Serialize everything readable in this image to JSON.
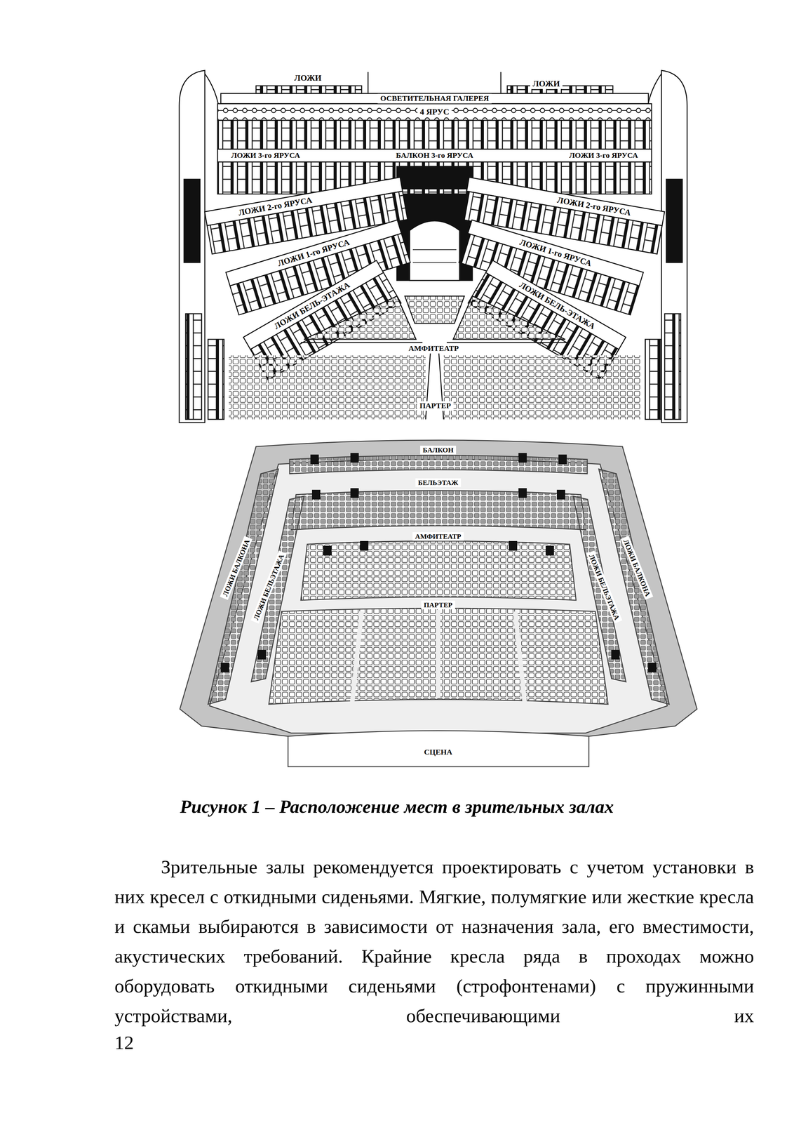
{
  "diagram": {
    "caption": "Рисунок 1 – Расположение мест в зрительных залах",
    "labels": [
      "ЛОЖИ",
      "ОСВЕТИТЕЛЬНАЯ ГАЛЕРЕЯ",
      "ЛОЖИ",
      "4 ЯРУС",
      "ЛОЖИ 3-го ЯРУСА",
      "БАЛКОН 3-го ЯРУСА",
      "ЛОЖИ 3-го ЯРУСА",
      "ЛОЖИ 2-го ЯРУСА",
      "ЛОЖИ 2-го ЯРУСА",
      "ЛОЖИ 1-го ЯРУСА",
      "ЛОЖИ 1-го ЯРУСА",
      "ЛОЖИ БЕЛЬ-ЭТАЖА",
      "ЛОЖИ БЕЛЬ-ЭТАЖА",
      "АМФИТЕАТР",
      "ПАРТЕР",
      "БАЛКОН",
      "БЕЛЬЭТАЖ",
      "ЛОЖИ БАЛКОНА",
      "ЛОЖИ БЕЛЬЭТАЖА",
      "АМФИТЕАТР",
      "ЛОЖИ БАЛКОНА",
      "ЛОЖИ БЕЛЬЭТАЖА",
      "ПАРТЕР",
      "СЦЕНА",
      "Зрительные залы рекомендуется проектировать с учетом установки в них кресел с откидными сиденьями. Мягкие, полумягкие или жесткие кресла и скамьи выбираются в зависимости от назначения зала, его вместимости, акустических требований. Крайние кресла ряда в проходах можно оборудовать откидными сиденьями (строфонтенами) с пружинными устройствами, обеспечивающими их",
      "12"
    ]
  }
}
